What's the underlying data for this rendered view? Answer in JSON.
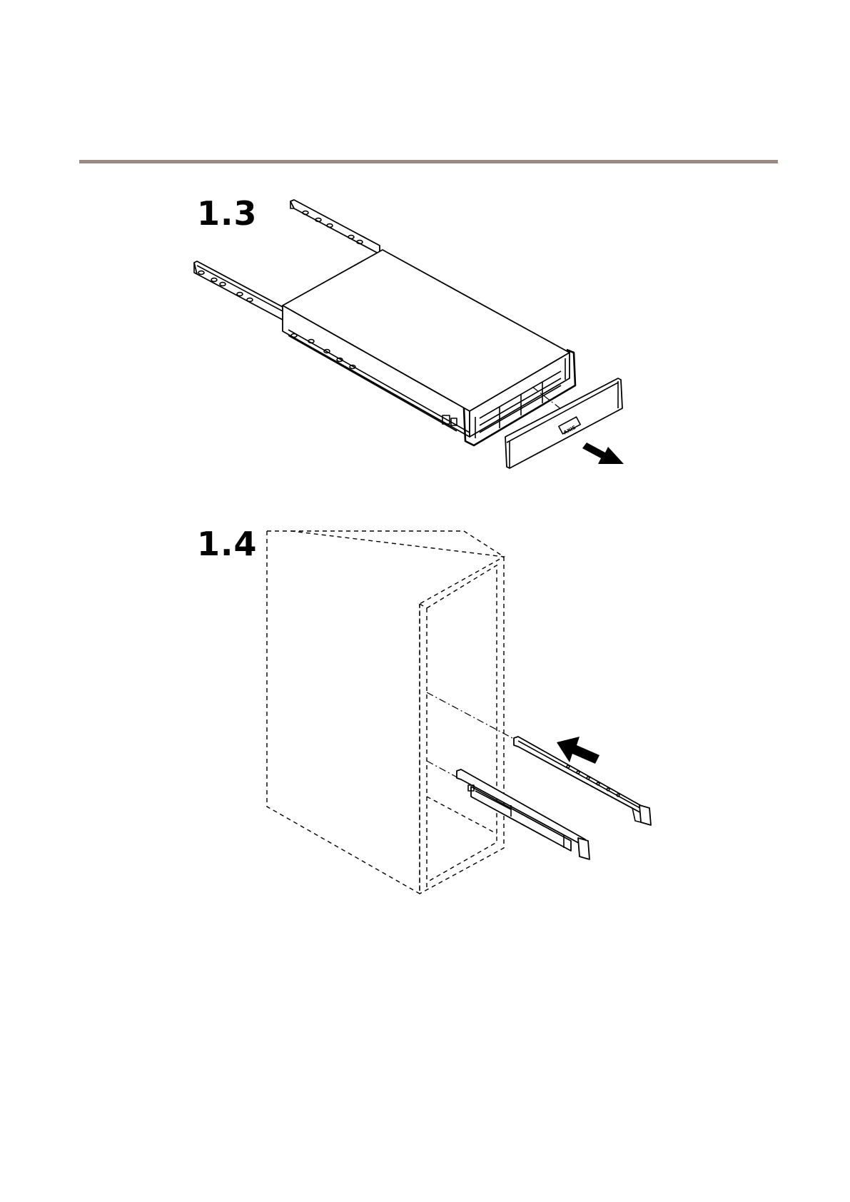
{
  "steps": [
    {
      "label": "1.3"
    },
    {
      "label": "1.4"
    }
  ],
  "bezel_logo_text": "AXIS",
  "colors": {
    "rule": "#9a8a80",
    "ink": "#000000"
  }
}
